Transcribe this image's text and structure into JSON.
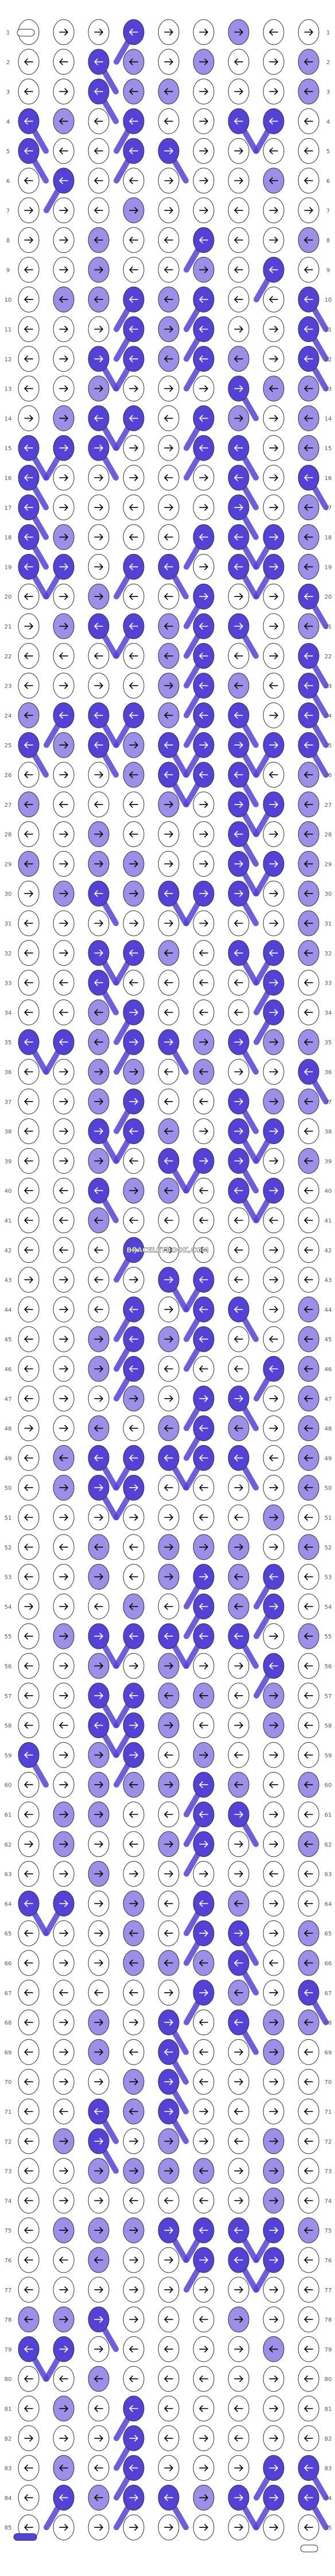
{
  "pattern": {
    "row_count": 85,
    "left_labels": [
      "1",
      "2",
      "3",
      "4",
      "5",
      "6",
      "7",
      "8",
      "9",
      "10",
      "11",
      "12",
      "13",
      "14",
      "15",
      "16",
      "17",
      "18",
      "19",
      "20",
      "21",
      "22",
      "23",
      "24",
      "25",
      "26",
      "27",
      "28",
      "29",
      "30",
      "31",
      "32",
      "33",
      "34",
      "35",
      "36",
      "37",
      "38",
      "39",
      "40",
      "41",
      "42",
      "43",
      "44",
      "45",
      "46",
      "47",
      "48",
      "49",
      "50",
      "51",
      "52",
      "53",
      "54",
      "55",
      "56",
      "57",
      "58",
      "59",
      "60",
      "61",
      "62",
      "63",
      "64",
      "65",
      "66",
      "67",
      "68",
      "69",
      "70",
      "71",
      "72",
      "73",
      "74",
      "75",
      "76",
      "77",
      "78",
      "79",
      "80",
      "81",
      "82",
      "83",
      "84",
      "85"
    ],
    "right_labels": [
      "1",
      "2",
      "3",
      "4",
      "5",
      "6",
      "7",
      "8",
      "9",
      "10",
      "11",
      "12",
      "13",
      "14",
      "15",
      "16",
      "17",
      "18",
      "19",
      "20",
      "21",
      "22",
      "23",
      "24",
      "25",
      "26",
      "27",
      "28",
      "29",
      "30",
      "31",
      "32",
      "33",
      "34",
      "35",
      "36",
      "37",
      "38",
      "39",
      "40",
      "41",
      "42",
      "43",
      "44",
      "45",
      "46",
      "47",
      "48",
      "49",
      "50",
      "51",
      "52",
      "53",
      "54",
      "55",
      "56",
      "57",
      "58",
      "59",
      "60",
      "61",
      "62",
      "63",
      "64",
      "65",
      "66",
      "67",
      "68",
      "69",
      "70",
      "71",
      "72",
      "73",
      "74",
      "75",
      "76",
      "77",
      "78",
      "79",
      "80",
      "81",
      "82",
      "83",
      "84",
      "85"
    ],
    "colors": {
      "A": "#ffffff",
      "B": "#9b8fe8",
      "C": "#5442d6"
    },
    "knots": [
      "AAACAABAA",
      "AACBABAAB",
      "AACBBAAAB",
      "CBACAACCA",
      "CAACCAAAA",
      "ACAAAAABA",
      "AAABAAAAA",
      "AABAACAAB",
      "AABAABACA",
      "ABBCBCAAC",
      "AAACBCAAC",
      "AACCBCBAC",
      "AABAAACBB",
      "ABCCACBAB",
      "CCCAACCAB",
      "CAAAAACAC",
      "CAAAAACAB",
      "CBAAACCCB",
      "CCACCACCB",
      "AABAACAAC",
      "ABCCBCCAB",
      "AAAABCAAC",
      "AAAABCBAC",
      "BCCCBCCAC",
      "CBCBCCCCC",
      "AAABCCCAB",
      "BAAABACCB",
      "AABAAACAB",
      "BABBAACCB",
      "ABCBCCCAB",
      "AAAAAAAAB",
      "AACCBACCB",
      "AACAAAACA",
      "AABCAAACA",
      "CCBCCBCBB",
      "AABBABAAC",
      "AABCAACBB",
      "AACCBACCA",
      "AABACCCAB",
      "AACBBACCA",
      "AABAAAAAA",
      "AAACAAAAA",
      "AAAACCAAA",
      "AAACACCAB",
      "AABCBCAAB",
      "AABCAAACB",
      "AAABACCAB",
      "AABABCBAB",
      "ABCCCCCAB",
      "ABCCAAAAB",
      "AAAAAAABA",
      "AABABBBAB",
      "AABABCBCA",
      "AAABACBCA",
      "ABCCCCCAB",
      "AABABAACA",
      "AACCBBABA",
      "AACCBAABA",
      "CABCABAAA",
      "AABBBCBAB",
      "ABBAACCAA",
      "ABAABCAAB",
      "AABAAAAAA",
      "CCABACBAA",
      "AAABACCAB",
      "AAABBBCAB",
      "AAAAACBAC",
      "AABACACBB",
      "AABACAABA",
      "AAABCAAAA",
      "AACBCAAAA",
      "ABCABAABA",
      "AABBBBABA",
      "AAAAAAABA",
      "ABBBCCCCB",
      "AABAACCCA",
      "AAAAAAAAA",
      "BBCAAABAA",
      "CCAAAAABA",
      "AABAAAAAA",
      "ABACAAAAA",
      "AAACAAAAA",
      "ABACAAACC",
      "ACBCCBCCC",
      "AAAAAAAAA"
    ],
    "arrows": [
      "RRRLRRRLR",
      "LLLLRRLRL",
      "LRLLLRRRL",
      "LLLLLRLLL",
      "LLLLRRRLL",
      "LLLLRRRLL",
      "RRLRRRLRR",
      "RRLLLLLRL",
      "LRRLLRLLL",
      "LLLLLLLLL",
      "LRRLRLRRL",
      "LRRLLLLRL",
      "LRRRRRRLL",
      "RRLLLLRRL",
      "LRRRRLLRL",
      "LRRRLRLRL",
      "LRRLRRRRL",
      "LRRLLLLRL",
      "LRRLLRLRL",
      "LRRLLRRRL",
      "RRLLLLRRL",
      "LLLLLLLRL",
      "LRRLRLLLL",
      "LLLLLLLRL",
      "LRLRLRRRL",
      "LRRLLLLLL",
      "LLLLRRRRL",
      "LRRLRRLRL",
      "LRRRRRRRL",
      "RRLRLRRRL",
      "LRRRRRLRL",
      "LRRLLLLLL",
      "LLLLLLLRL",
      "LLLRLLLRL",
      "LLLRRRRRL",
      "LRRRLLRRL",
      "LRRRLLRRL",
      "LRRLLRRRL",
      "LRRLLRRRL",
      "LLLRLLLRL",
      "LLLLLLLLL",
      "LLLRRLLRL",
      "RRLRRLLRL",
      "LRLLRLLRL",
      "LRRLRLLLL",
      "LRRLLLLLL",
      "LRRRRRRRL",
      "RRLLLLLRL",
      "LLLLLLLLL",
      "LRRRLLRRL",
      "LRRRRLLRL",
      "LLLLRRRRL",
      "LRRLRRLLL",
      "RRLLLLLRL",
      "LRRLLLLRL",
      "LRRRRRRLL",
      "LRRLLLLRL",
      "LLLRRLRRL",
      "LRRRLRLRL",
      "LRRLRLLLL",
      "LRRLLLRRL",
      "RRRLRRRRL",
      "LRRRRRRLL",
      "LRRRLLLRL",
      "LRRLLRRRL",
      "LRRLLLLLL",
      "LLLLRRLRL",
      "LRRRRLLRL",
      "LRRLLLRRL",
      "LRRRRLRRL",
      "LLLLRRLRL",
      "LRRRRRLRL",
      "LRRRRLRRL",
      "LRRLLLRRL",
      "LRRRRLLRL",
      "LLLRRRLRL",
      "LRRRRRRRL",
      "LRRRLLRRL",
      "LRRLLRRLL",
      "LLLLLLRRL",
      "LRLLLLLRL",
      "RRRRLRLRL",
      "LLLLRRRRL",
      "LLLRLRRRL",
      "LRRRRRRRL"
    ],
    "watermark": "BRACELETBOOK.COM"
  }
}
